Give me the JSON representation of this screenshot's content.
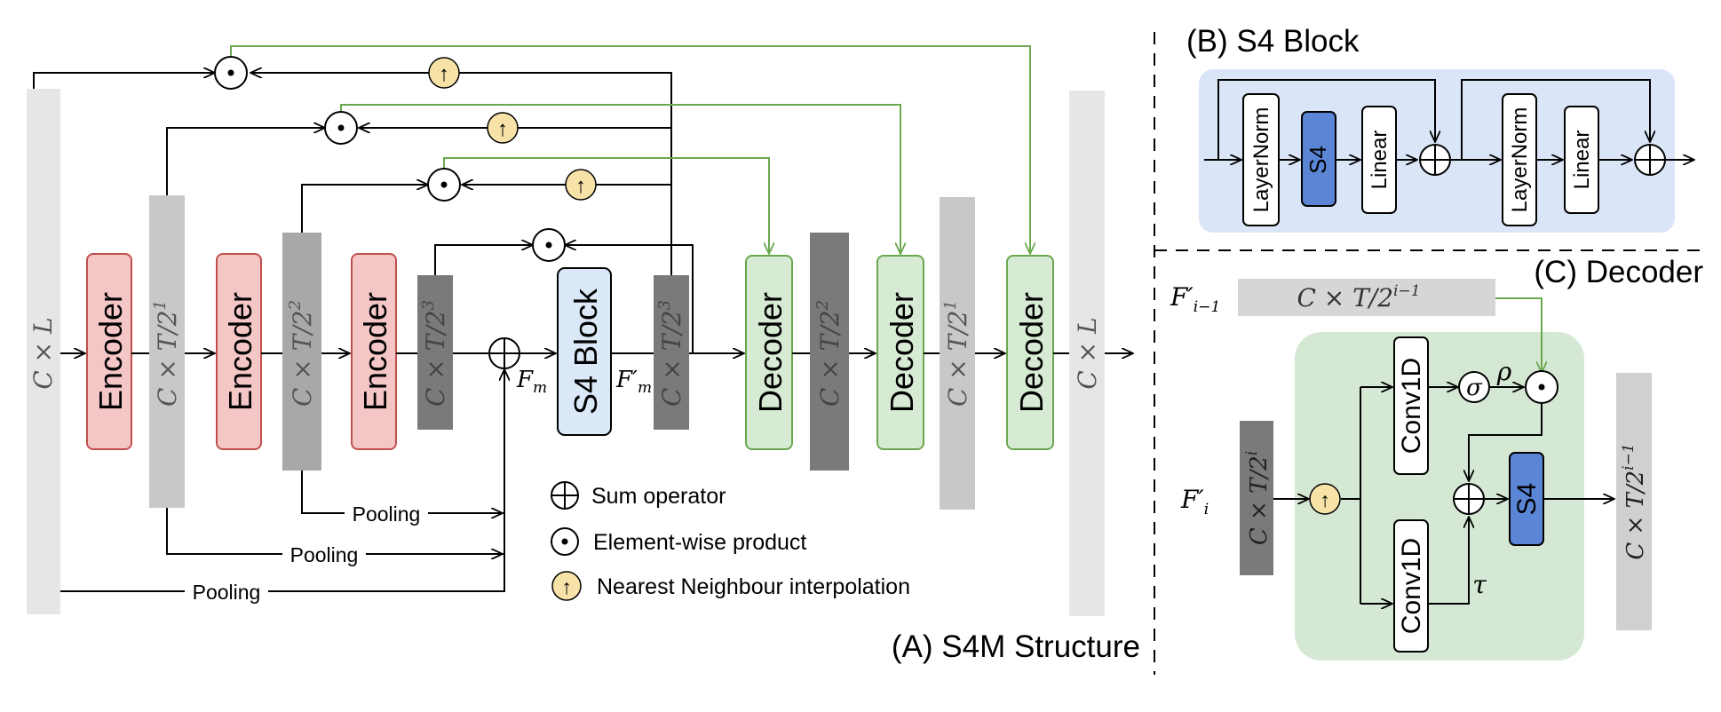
{
  "panels": {
    "a_title": "(A) S4M Structure",
    "b_title": "(B) S4 Block",
    "c_title": "(C) Decoder"
  },
  "dims": {
    "cl": "C × L",
    "t1": "C × T/2",
    "t1_exp": "1",
    "t2": "C × T/2",
    "t2_exp": "2",
    "t3": "C × T/2",
    "t3_exp": "3"
  },
  "blocks": {
    "encoder": "Encoder",
    "decoder": "Decoder",
    "s4block": "S4 Block",
    "s4": "S4",
    "layernorm": "LayerNorm",
    "linear": "Linear",
    "conv1d": "Conv1D"
  },
  "symbols": {
    "sum": "+",
    "product": "·",
    "upsample": "↑",
    "sigma": "σ",
    "rho": "ρ",
    "tau": "τ"
  },
  "labels": {
    "fm": "F",
    "fm_sub": "m",
    "fm_prime": "F′",
    "pooling": "Pooling",
    "f_i_minus_1": "F′",
    "f_i_minus_1_sub": "i−1",
    "f_i": "F′",
    "f_i_sub": "i",
    "c_t_i_minus_1": "C × T/2",
    "c_t_i_minus_1_exp": "i−1",
    "c_t_i": "C × T/2",
    "c_t_i_exp": "i"
  },
  "legend": {
    "sum": "Sum operator",
    "product": "Element-wise product",
    "interp": "Nearest Neighbour interpolation"
  },
  "colors": {
    "encoder_fill": "#f5c6c6",
    "encoder_stroke": "#c0504d",
    "decoder_fill": "#d7ead3",
    "decoder_stroke": "#6aa84f",
    "s4block_fill": "#dbe8f8",
    "s4_fill": "#5b86d6",
    "panel_b_bg": "#dae6f7",
    "panel_c_bg": "#d5e8d4",
    "interp_fill": "#f7e2a8",
    "green_line": "#6aa84f"
  }
}
